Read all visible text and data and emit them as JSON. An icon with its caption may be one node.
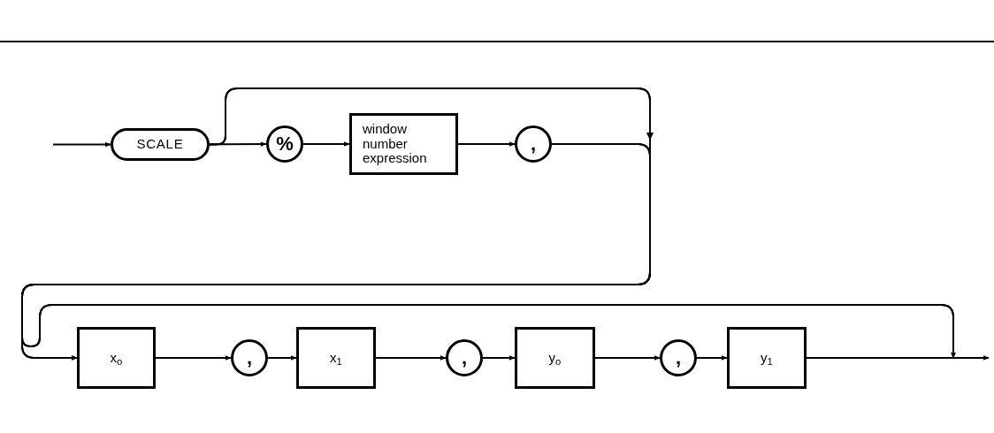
{
  "diagram": {
    "nodes": [
      {
        "text": [
          "SCALE"
        ]
      },
      {
        "text": [
          "%"
        ]
      },
      {
        "text": [
          "window number expression"
        ]
      },
      {
        "text": [
          ","
        ]
      },
      {
        "text": [
          "x$_{o}$"
        ]
      },
      {
        "text": [
          ","
        ]
      },
      {
        "text": [
          "x$_{1}$"
        ]
      },
      {
        "text": [
          ","
        ]
      },
      {
        "text": [
          "y$_{o}$"
        ]
      },
      {
        "text": [
          ","
        ]
      },
      {
        "text": [
          "y$_{1}$"
        ]
      }
    ],
    "edges": [
      {
        "from": null,
        "to": 0,
        "arrow": "to"
      },
      {
        "from": 0,
        "to": 1,
        "arrow": "to"
      },
      {
        "from": 1,
        "to": 2,
        "arrow": "to"
      },
      {
        "from": 2,
        "to": 3,
        "arrow": "to"
      },
      {
        "from": 3,
        "to": 4,
        "arrow": "to"
      },
      {
        "from": 0,
        "to": 4,
        "arrow": "to"
      },
      {
        "from": 4,
        "to": 5,
        "arrow": "to"
      },
      {
        "from": 5,
        "to": 6,
        "arrow": "to"
      },
      {
        "from": 6,
        "to": 7,
        "arrow": "to"
      },
      {
        "from": 7,
        "to": 8,
        "arrow": "to"
      },
      {
        "from": 8,
        "to": 9,
        "arrow": "to"
      },
      {
        "from": 9,
        "to": 10,
        "arrow": "to"
      },
      {
        "from": 10,
        "to": null,
        "arrow": "to"
      },
      {
        "from": 3,
        "to": null,
        "arrow": "to"
      },
      {
        "from": 0,
        "to": null,
        "arrow": "to"
      }
    ]
  }
}
